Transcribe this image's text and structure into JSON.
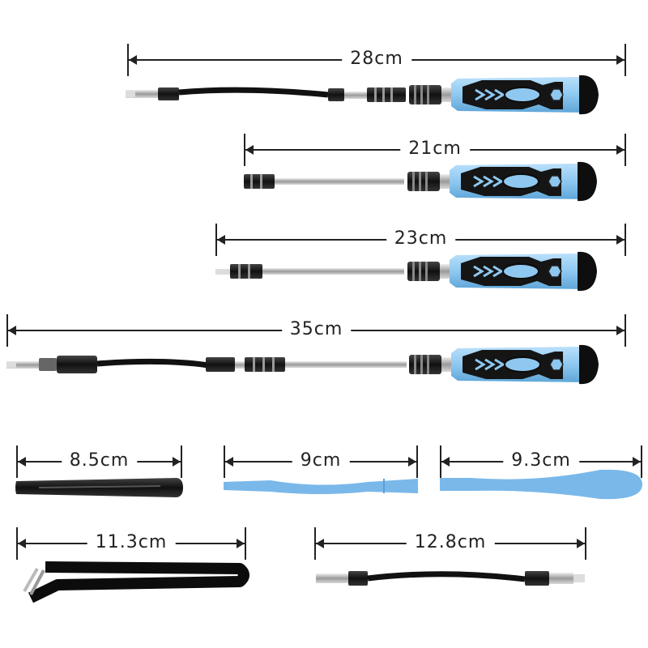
{
  "measurements": [
    {
      "id": "screwdriver-28",
      "label": "28cm"
    },
    {
      "id": "screwdriver-21",
      "label": "21cm"
    },
    {
      "id": "screwdriver-23",
      "label": "23cm"
    },
    {
      "id": "screwdriver-35",
      "label": "35cm"
    },
    {
      "id": "spudger-black",
      "label": "8.5cm"
    },
    {
      "id": "spudger-blue",
      "label": "9cm"
    },
    {
      "id": "pry-tool-blue",
      "label": "9.3cm"
    },
    {
      "id": "tweezers",
      "label": "11.3cm"
    },
    {
      "id": "flex-shaft",
      "label": "12.8cm"
    }
  ],
  "colors": {
    "handle_blue": "#8ec8f0",
    "handle_black": "#1a1a1a",
    "tool_blue": "#7ab8ea",
    "metal": "#b5b5b5"
  }
}
